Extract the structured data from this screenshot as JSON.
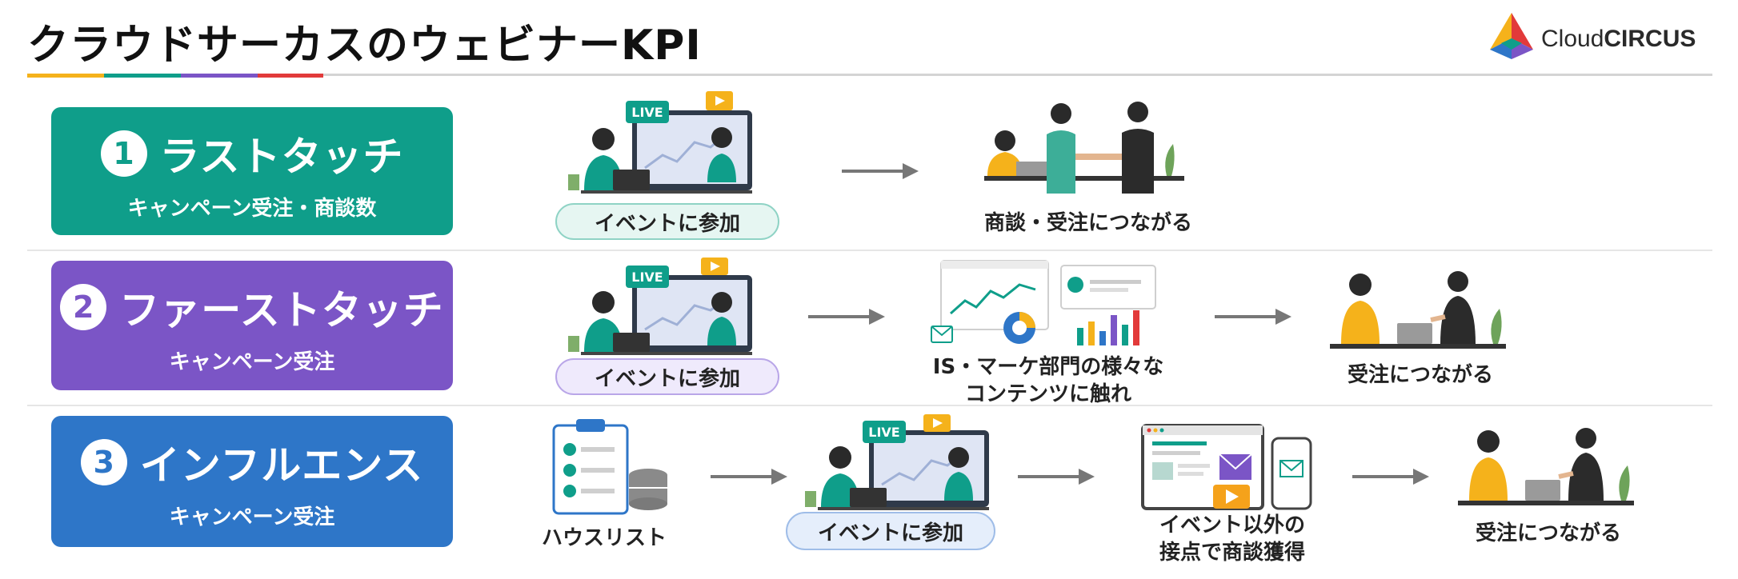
{
  "title": "クラウドサーカスのウェビナーKPI",
  "logo": {
    "text_light": "Cloud",
    "text_bold": "CIRCUS"
  },
  "colors": {
    "teal": "#0f9e8a",
    "purple": "#7b55c6",
    "blue": "#2e76c8",
    "yellow": "#f5b21b",
    "red": "#e23a3a",
    "arrow": "#777777"
  },
  "kpis": [
    {
      "num": "1",
      "title": "ラストタッチ",
      "sub": "キャンペーン受注・商談数"
    },
    {
      "num": "2",
      "title": "ファーストタッチ",
      "sub": "キャンペーン受注"
    },
    {
      "num": "3",
      "title": "インフルエンス",
      "sub": "キャンペーン受注"
    }
  ],
  "flows": {
    "row1": {
      "event": "イベントに参加",
      "result": "商談・受注につながる"
    },
    "row2": {
      "event": "イベントに参加",
      "contents_line1": "IS・マーケ部門の様々な",
      "contents_line2": "コンテンツに触れ",
      "result": "受注につながる"
    },
    "row3": {
      "house": "ハウスリスト",
      "event": "イベントに参加",
      "touch_line1": "イベント以外の",
      "touch_line2": "接点で商談獲得",
      "result": "受注につながる"
    }
  },
  "badges": {
    "live": "LIVE"
  },
  "icons": [
    "live-webinar-icon",
    "handshake-icon",
    "meeting-icon",
    "dashboard-icon",
    "clipboard-icon",
    "database-icon",
    "laptop-content-icon",
    "phone-mail-icon",
    "arrow-right-icon"
  ]
}
